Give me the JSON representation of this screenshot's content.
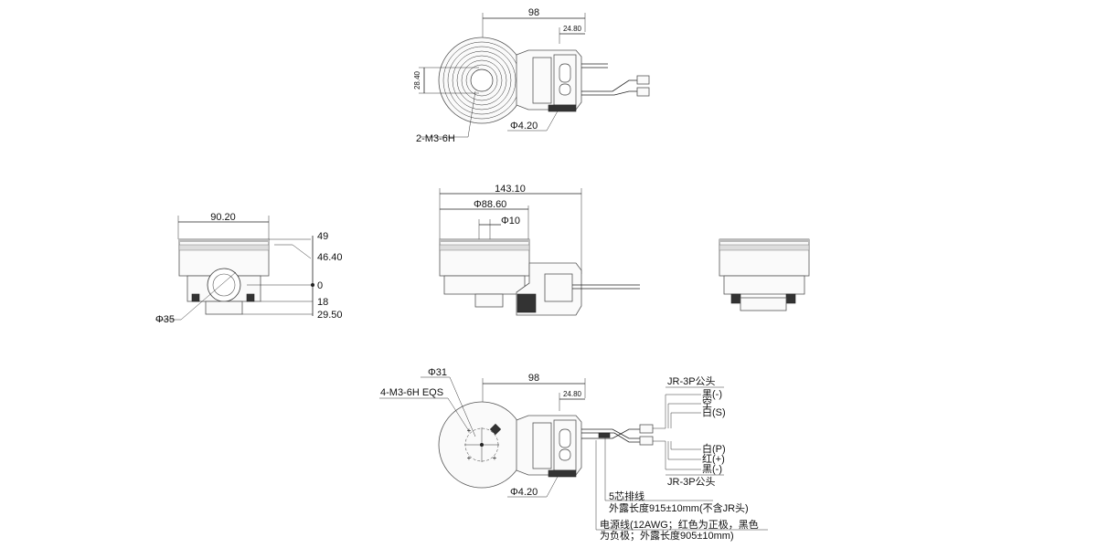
{
  "top_view": {
    "width_98": "98",
    "arm_24_80": "24.80",
    "height_28_40": "28.40",
    "hole_4_20": "Φ4.20",
    "screws": "2-M3-6H"
  },
  "front_view": {
    "width_90_20": "90.20",
    "h49": "49",
    "h46_40": "46.40",
    "h0": "0",
    "h18": "18",
    "h29_50": "29.50",
    "dia35": "Φ35"
  },
  "side_view": {
    "length_143_10": "143.10",
    "dia88_60": "Φ88.60",
    "dia10": "Φ10"
  },
  "bottom_view": {
    "dia31": "Φ31",
    "screws_eqs": "4-M3-6H EQS",
    "width_98": "98",
    "arm_24_80": "24.80",
    "hole_4_20": "Φ4.20",
    "conn_top": "JR-3P公头",
    "pins_top": [
      "黑(-)",
      "空",
      "白(S)"
    ],
    "pins_bottom": [
      "白(P)",
      "红(+)",
      "黑(-)"
    ],
    "conn_bottom": "JR-3P公头",
    "cable5": "5芯排线",
    "cable5_len": "外露长度915±10mm(不含JR头)",
    "power_line1": "电源线(12AWG；红色为正极，黑色",
    "power_line2": "为负极；外露长度905±10mm)"
  }
}
